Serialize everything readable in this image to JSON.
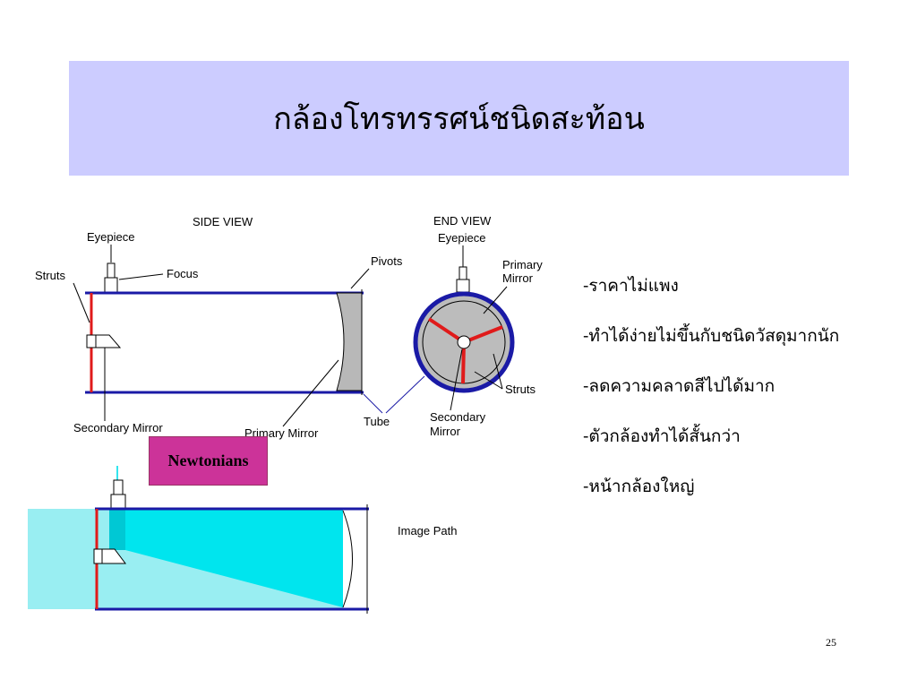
{
  "title": "กล้องโทรทรรศน์ชนิดสะท้อน",
  "diagram": {
    "side_view_label": "SIDE VIEW",
    "end_view_label": "END VIEW",
    "eyepiece_label": "Eyepiece",
    "end_eyepiece_label": "Eyepiece",
    "focus_label": "Focus",
    "struts_label": "Struts",
    "pivots_label": "Pivots",
    "secondary_mirror_label": "Secondary Mirror",
    "primary_mirror_label": "Primary Mirror",
    "tube_label": "Tube",
    "end_primary_label": [
      "Primary",
      "Mirror"
    ],
    "end_secondary_label": [
      "Secondary",
      "Mirror"
    ],
    "end_struts_label": "Struts",
    "image_path_label": "Image Path",
    "newtonians_label": "Newtonians"
  },
  "bullets": [
    "-ราคาไม่แพง",
    "-ทำได้ง่ายไม่ขึ้นกับชนิดวัสดุมากนัก",
    "-ลดความคลาดสีไปได้มาก",
    "-ตัวกล้องทำได้สั้นกว่า",
    "-หน้ากล้องใหญ่"
  ],
  "slide_number": "25",
  "colors": {
    "banner": "#ccccff",
    "tube": "#1a1aa6",
    "struts": "#e01b1b",
    "light_path": "#33e5ee",
    "newtonians_box": "#cc3399"
  }
}
